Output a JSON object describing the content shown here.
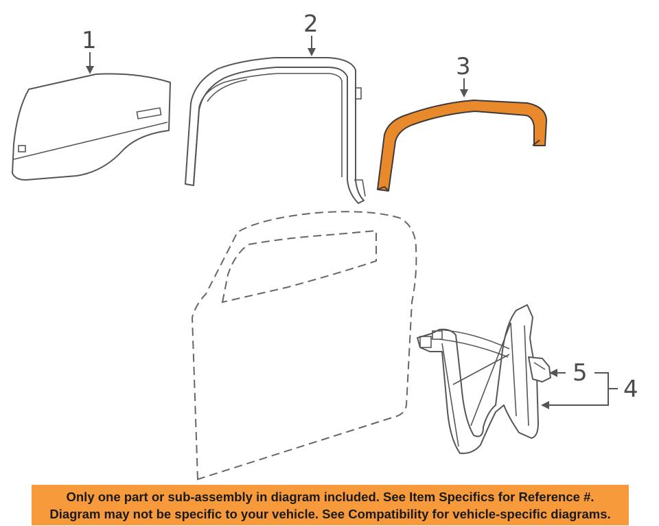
{
  "callouts": {
    "c1": "1",
    "c2": "2",
    "c3": "3",
    "c4": "4",
    "c5": "5"
  },
  "parts": {
    "p1_icon": "door-glass",
    "p2_icon": "glass-run-channel",
    "p3_icon": "weatherstrip-highlighted",
    "p4_icon": "window-regulator",
    "p5_icon": "regulator-motor",
    "door_icon": "door-shell-outline"
  },
  "colors": {
    "highlight": "#e8892b",
    "banner": "#f79a3c",
    "line": "#555555"
  },
  "banner": {
    "line1": "Only one part or sub-assembly in diagram included. See Item Specifics for Reference #.",
    "line2": "Diagram may not be specific to your vehicle. See Compatibility for vehicle-specific diagrams."
  }
}
